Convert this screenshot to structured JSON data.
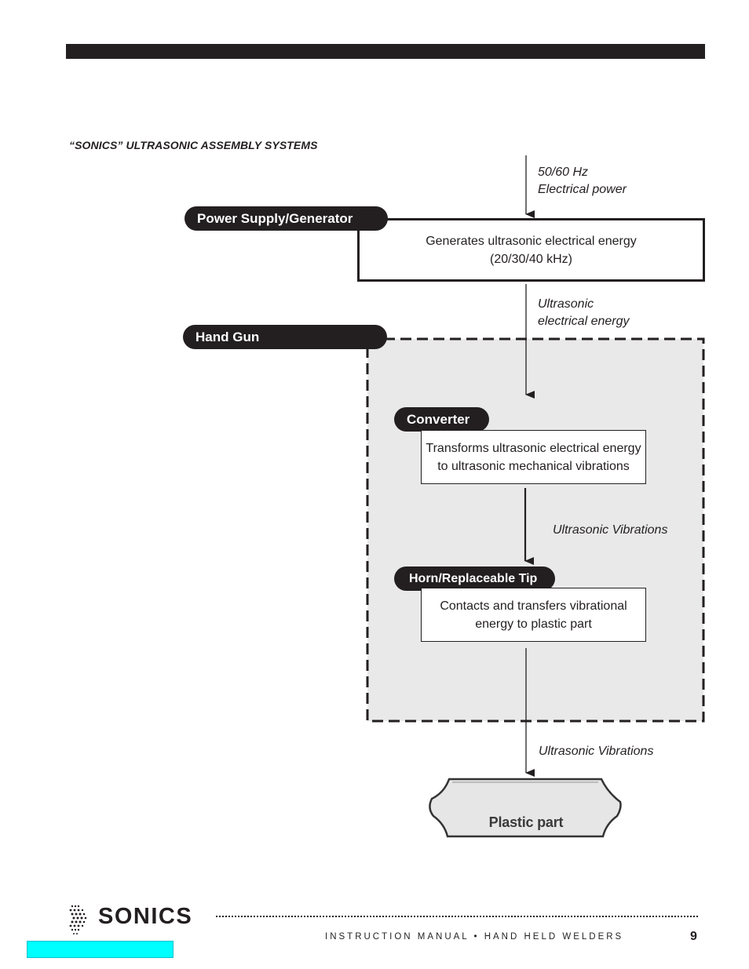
{
  "header": {
    "section_title": "“SONICS” ULTRASONIC ASSEMBLY SYSTEMS"
  },
  "diagram": {
    "input_label": {
      "line1": "50/60 Hz",
      "line2": "Electrical power"
    },
    "power_supply": {
      "title": "Power Supply/Generator",
      "line1": "Generates ultrasonic electrical energy",
      "line2": "(20/30/40 kHz)"
    },
    "energy_label": {
      "line1": "Ultrasonic",
      "line2": "electrical energy"
    },
    "hand_gun": {
      "title": "Hand Gun"
    },
    "converter": {
      "title": "Converter",
      "line1": "Transforms ultrasonic electrical energy",
      "line2": "to ultrasonic mechanical vibrations"
    },
    "vibrations_label_1": "Ultrasonic Vibrations",
    "horn": {
      "title": "Horn/Replaceable Tip",
      "line1": "Contacts and transfers vibrational",
      "line2": "energy to plastic part"
    },
    "vibrations_label_2": "Ultrasonic Vibrations",
    "plastic_part": "Plastic part"
  },
  "footer": {
    "brand": "SONICS",
    "manual_text": "INSTRUCTION MANUAL • HAND HELD WELDERS",
    "page_number": "9"
  },
  "colors": {
    "ink": "#231f20",
    "panel": "#e9e9e9",
    "accent_strip": "#00ffff"
  }
}
